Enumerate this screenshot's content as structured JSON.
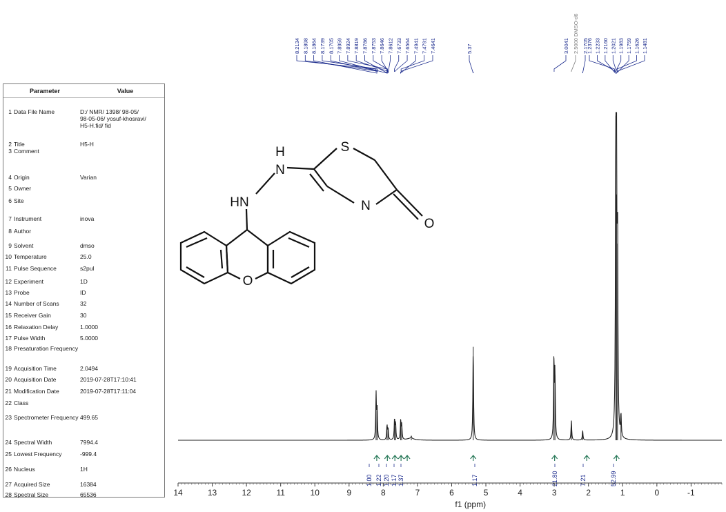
{
  "parameters": {
    "header": {
      "param": "Parameter",
      "value": "Value"
    },
    "rows": [
      {
        "n": "1",
        "name": "Data File Name",
        "value": "D:/ NMR/ 1398/ 98-05/\n98-05-06/ yosuf-khosravi/\nH5-H.fid/ fid"
      },
      {
        "n": "2",
        "name": "Title",
        "value": "H5-H"
      },
      {
        "n": "3",
        "name": "Comment",
        "value": ""
      },
      {
        "n": "4",
        "name": "Origin",
        "value": "Varian"
      },
      {
        "n": "5",
        "name": "Owner",
        "value": ""
      },
      {
        "n": "6",
        "name": "Site",
        "value": ""
      },
      {
        "n": "7",
        "name": "Instrument",
        "value": "inova"
      },
      {
        "n": "8",
        "name": "Author",
        "value": ""
      },
      {
        "n": "9",
        "name": "Solvent",
        "value": "dmso"
      },
      {
        "n": "10",
        "name": "Temperature",
        "value": "25.0"
      },
      {
        "n": "11",
        "name": "Pulse Sequence",
        "value": "s2pul"
      },
      {
        "n": "12",
        "name": "Experiment",
        "value": "1D"
      },
      {
        "n": "13",
        "name": "Probe",
        "value": "ID"
      },
      {
        "n": "14",
        "name": "Number of Scans",
        "value": "32"
      },
      {
        "n": "15",
        "name": "Receiver Gain",
        "value": "30"
      },
      {
        "n": "16",
        "name": "Relaxation Delay",
        "value": "1.0000"
      },
      {
        "n": "17",
        "name": "Pulse Width",
        "value": "5.0000"
      },
      {
        "n": "18",
        "name": "Presaturation Frequency",
        "value": ""
      },
      {
        "n": "19",
        "name": "Acquisition Time",
        "value": "2.0494"
      },
      {
        "n": "20",
        "name": "Acquisition Date",
        "value": "2019-07-28T17:10:41"
      },
      {
        "n": "21",
        "name": "Modification Date",
        "value": "2019-07-28T17:11:04"
      },
      {
        "n": "22",
        "name": "Class",
        "value": ""
      },
      {
        "n": "23",
        "name": "Spectrometer Frequency",
        "value": "499.65"
      },
      {
        "n": "24",
        "name": "Spectral Width",
        "value": "7994.4"
      },
      {
        "n": "25",
        "name": "Lowest Frequency",
        "value": "-999.4"
      },
      {
        "n": "26",
        "name": "Nucleus",
        "value": "1H"
      },
      {
        "n": "27",
        "name": "Acquired Size",
        "value": "16384"
      },
      {
        "n": "28",
        "name": "Spectral Size",
        "value": "65536"
      }
    ]
  },
  "molecule_labels": {
    "s": "S",
    "nh1": "N",
    "h1": "H",
    "hn": "HN",
    "n": "N",
    "o_ketone": "O",
    "o_ring": "O"
  },
  "chart_data": {
    "type": "line",
    "title": "",
    "xlabel": "f1 (ppm)",
    "ylabel": "",
    "xlim": [
      14,
      -1.9
    ],
    "reversed_x": true,
    "x_ticks": [
      14,
      13,
      12,
      11,
      10,
      9,
      8,
      7,
      6,
      5,
      4,
      3,
      2,
      1,
      0,
      -1
    ],
    "x_tick_labels": [
      "14",
      "13",
      "12",
      "11",
      "10",
      "9",
      "8",
      "7",
      "6",
      "5",
      "4",
      "3",
      "2",
      "1",
      "0",
      "-1"
    ],
    "peaks": [
      {
        "ppm": 8.21,
        "height": 0.14
      },
      {
        "ppm": 8.18,
        "height": 0.09
      },
      {
        "ppm": 7.89,
        "height": 0.045
      },
      {
        "ppm": 7.86,
        "height": 0.035
      },
      {
        "ppm": 7.67,
        "height": 0.065
      },
      {
        "ppm": 7.64,
        "height": 0.05
      },
      {
        "ppm": 7.49,
        "height": 0.06
      },
      {
        "ppm": 7.46,
        "height": 0.045
      },
      {
        "ppm": 7.18,
        "height": 0.006
      },
      {
        "ppm": 5.37,
        "height": 0.285
      },
      {
        "ppm": 3.01,
        "height": 0.25
      },
      {
        "ppm": 2.98,
        "height": 0.2
      },
      {
        "ppm": 2.5,
        "height": 0.06
      },
      {
        "ppm": 2.17,
        "height": 0.03
      },
      {
        "ppm": 1.2,
        "height": 0.99
      },
      {
        "ppm": 1.18,
        "height": 0.75
      },
      {
        "ppm": 1.15,
        "height": 0.6
      },
      {
        "ppm": 1.05,
        "height": 0.07
      }
    ],
    "peak_labels": [
      {
        "text": "8.2134",
        "ppm": 8.2134
      },
      {
        "text": "8.1898",
        "ppm": 8.1898
      },
      {
        "text": "8.1864",
        "ppm": 8.1864
      },
      {
        "text": "8.1739",
        "ppm": 8.1739
      },
      {
        "text": "8.1705",
        "ppm": 8.1705
      },
      {
        "text": "7.8959",
        "ppm": 7.8959
      },
      {
        "text": "7.8924",
        "ppm": 7.8924
      },
      {
        "text": "7.8819",
        "ppm": 7.8819
      },
      {
        "text": "7.8786",
        "ppm": 7.8786
      },
      {
        "text": "7.8753",
        "ppm": 7.8753
      },
      {
        "text": "7.8646",
        "ppm": 7.8646
      },
      {
        "text": "7.8612",
        "ppm": 7.8612
      },
      {
        "text": "7.6733",
        "ppm": 7.6733
      },
      {
        "text": "7.6564",
        "ppm": 7.6564
      },
      {
        "text": "7.4941",
        "ppm": 7.4941
      },
      {
        "text": "7.4791",
        "ppm": 7.4791
      },
      {
        "text": "7.4641",
        "ppm": 7.4641
      },
      {
        "text": "5.37",
        "ppm": 5.37
      },
      {
        "text": "3.0041",
        "ppm": 3.0041
      },
      {
        "text": "2.5000 DMSO-d6",
        "ppm": 2.5
      },
      {
        "text": "2.1705",
        "ppm": 2.1705
      },
      {
        "text": "1.2376",
        "ppm": 1.2376
      },
      {
        "text": "1.2233",
        "ppm": 1.2233
      },
      {
        "text": "1.2160",
        "ppm": 1.216
      },
      {
        "text": "1.2021",
        "ppm": 1.2021
      },
      {
        "text": "1.1983",
        "ppm": 1.1983
      },
      {
        "text": "1.1759",
        "ppm": 1.1759
      },
      {
        "text": "1.1626",
        "ppm": 1.1626
      },
      {
        "text": "1.1481",
        "ppm": 1.1481
      }
    ],
    "integrals": [
      {
        "ppm": 8.19,
        "value": "1.00"
      },
      {
        "ppm": 7.88,
        "value": "1.22"
      },
      {
        "ppm": 7.66,
        "value": "1.20"
      },
      {
        "ppm": 7.48,
        "value": "1.17"
      },
      {
        "ppm": 7.3,
        "value": "1.37"
      },
      {
        "ppm": 5.37,
        "value": "1.17"
      },
      {
        "ppm": 2.99,
        "value": "21.80"
      },
      {
        "ppm": 2.05,
        "value": "7.21"
      },
      {
        "ppm": 1.18,
        "value": "52.99"
      }
    ],
    "colors": {
      "trace": "#222222",
      "peak_labels": "#1a2a8c",
      "integrals": "#1a2a8c",
      "integral_marks": "#2a7a5a",
      "dmso_label": "#7a7a7a"
    }
  }
}
